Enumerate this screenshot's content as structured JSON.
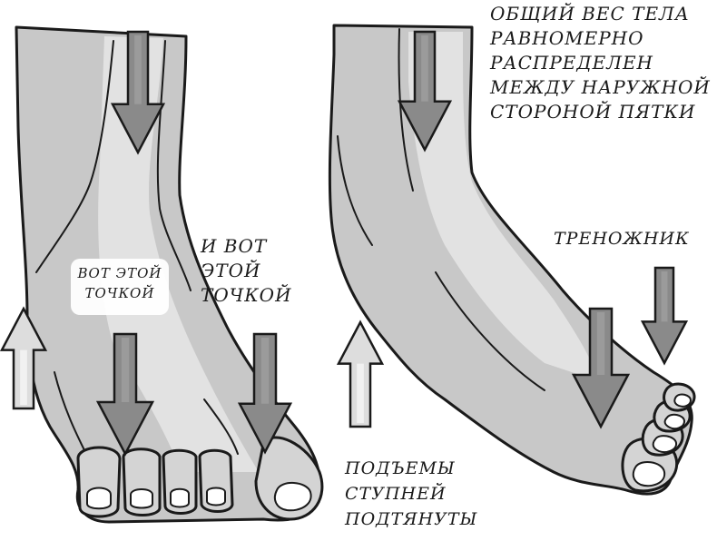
{
  "labels": {
    "weight": [
      "ОБЩИЙ ВЕС ТЕЛА",
      "РАВНОМЕРНО",
      "РАСПРЕДЕЛЕН",
      "МЕЖДУ НАРУЖНОЙ",
      "СТОРОНОЙ ПЯТКИ"
    ],
    "tripod": "ТРЕНОЖНИК",
    "point_big": [
      "И ВОТ",
      "ЭТОЙ",
      "ТОЧКОЙ"
    ],
    "point_small": [
      "ВОТ ЭТОЙ",
      "ТОЧКОЙ"
    ],
    "arches": [
      "ПОДЪЕМЫ",
      "СТУПНЕЙ",
      "ПОДТЯНУТЫ"
    ]
  },
  "colors": {
    "skin": "#c8c8c8",
    "skin_light": "#e4e4e4",
    "outline": "#1a1a1a",
    "arrow_dark": "#8a8a8a",
    "arrow_light": "#dddddd",
    "nail": "#ffffff"
  },
  "icons": {
    "down_arrow": "down-arrow-icon",
    "up_arrow": "up-arrow-icon"
  }
}
